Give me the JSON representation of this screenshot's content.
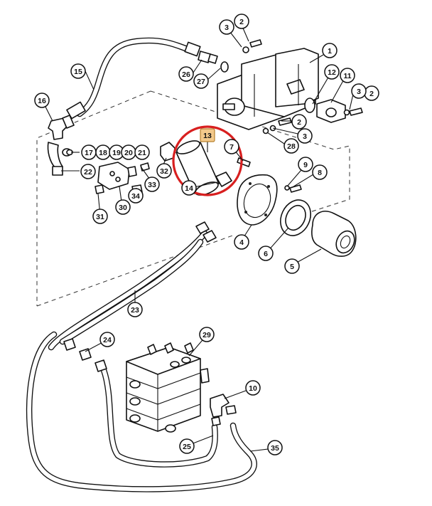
{
  "colors": {
    "highlight_ring": "#d81f1f",
    "highlight_box": "#f3c98b",
    "line": "#111111",
    "background": "#ffffff"
  },
  "callouts": [
    {
      "id": "c1",
      "label": "1"
    },
    {
      "id": "c2a",
      "label": "2"
    },
    {
      "id": "c3a",
      "label": "3"
    },
    {
      "id": "c2b",
      "label": "2"
    },
    {
      "id": "c3b",
      "label": "3"
    },
    {
      "id": "c2c",
      "label": "2"
    },
    {
      "id": "c3c",
      "label": "3"
    },
    {
      "id": "c4",
      "label": "4"
    },
    {
      "id": "c5",
      "label": "5"
    },
    {
      "id": "c6",
      "label": "6"
    },
    {
      "id": "c7",
      "label": "7"
    },
    {
      "id": "c8",
      "label": "8"
    },
    {
      "id": "c9",
      "label": "9"
    },
    {
      "id": "c10",
      "label": "10"
    },
    {
      "id": "c11",
      "label": "11"
    },
    {
      "id": "c12",
      "label": "12"
    },
    {
      "id": "c13",
      "label": "13"
    },
    {
      "id": "c14",
      "label": "14"
    },
    {
      "id": "c15",
      "label": "15"
    },
    {
      "id": "c16",
      "label": "16"
    },
    {
      "id": "c17",
      "label": "17"
    },
    {
      "id": "c18",
      "label": "18"
    },
    {
      "id": "c19",
      "label": "19"
    },
    {
      "id": "c20",
      "label": "20"
    },
    {
      "id": "c21",
      "label": "21"
    },
    {
      "id": "c22",
      "label": "22"
    },
    {
      "id": "c23",
      "label": "23"
    },
    {
      "id": "c24",
      "label": "24"
    },
    {
      "id": "c25",
      "label": "25"
    },
    {
      "id": "c26",
      "label": "26"
    },
    {
      "id": "c27",
      "label": "27"
    },
    {
      "id": "c28",
      "label": "28"
    },
    {
      "id": "c29",
      "label": "29"
    },
    {
      "id": "c30",
      "label": "30"
    },
    {
      "id": "c31",
      "label": "31"
    },
    {
      "id": "c32",
      "label": "32"
    },
    {
      "id": "c33",
      "label": "33"
    },
    {
      "id": "c34",
      "label": "34"
    },
    {
      "id": "c35",
      "label": "35"
    }
  ]
}
